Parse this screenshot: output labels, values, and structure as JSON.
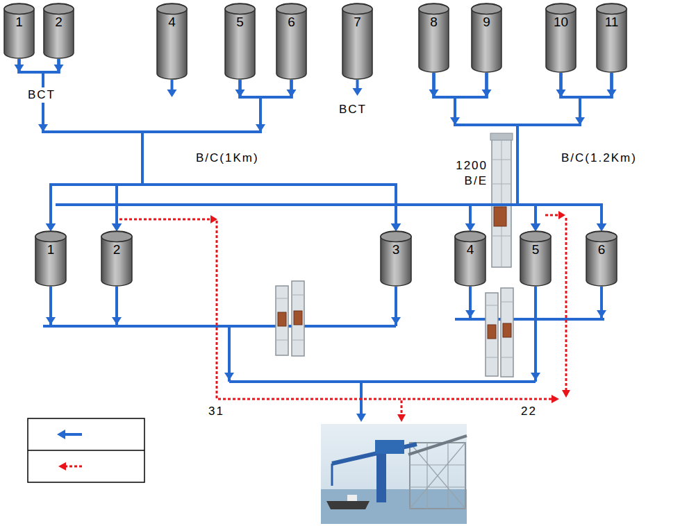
{
  "diagram": {
    "nodes": [
      {
        "text": [
          "1"
        ]
      },
      {
        "text": [
          "2"
        ]
      },
      {
        "text": [
          "4"
        ]
      },
      {
        "text": [
          "5"
        ]
      },
      {
        "text": [
          "6"
        ]
      },
      {
        "text": [
          "7"
        ]
      },
      {
        "text": [
          "8"
        ]
      },
      {
        "text": [
          "9"
        ]
      },
      {
        "text": [
          "10"
        ]
      },
      {
        "text": [
          "11"
        ]
      },
      {
        "text": [
          "1"
        ]
      },
      {
        "text": [
          "2"
        ]
      },
      {
        "text": [
          "3"
        ]
      },
      {
        "text": [
          "4"
        ]
      },
      {
        "text": [
          "5"
        ]
      },
      {
        "text": [
          "6"
        ]
      }
    ],
    "edges": [
      {
        "from": 0,
        "to": 10,
        "arrow": "to"
      },
      {
        "from": 0,
        "to": 11,
        "arrow": "to"
      },
      {
        "from": 0,
        "to": 12,
        "arrow": "to"
      },
      {
        "from": 1,
        "to": 10,
        "arrow": "to"
      },
      {
        "from": 1,
        "to": 11,
        "arrow": "to"
      },
      {
        "from": 1,
        "to": 12,
        "arrow": "to"
      },
      {
        "from": 3,
        "to": 10,
        "arrow": "to"
      },
      {
        "from": 3,
        "to": 11,
        "arrow": "to"
      },
      {
        "from": 3,
        "to": 12,
        "arrow": "to"
      },
      {
        "from": 4,
        "to": 10,
        "arrow": "to"
      },
      {
        "from": 4,
        "to": 11,
        "arrow": "to"
      },
      {
        "from": 4,
        "to": 12,
        "arrow": "to"
      },
      {
        "from": 6,
        "to": 13,
        "arrow": "to"
      },
      {
        "from": 6,
        "to": 14,
        "arrow": "to"
      },
      {
        "from": 6,
        "to": 15,
        "arrow": "to"
      },
      {
        "from": 7,
        "to": 13,
        "arrow": "to"
      },
      {
        "from": 7,
        "to": 14,
        "arrow": "to"
      },
      {
        "from": 7,
        "to": 15,
        "arrow": "to"
      },
      {
        "from": 8,
        "to": 13,
        "arrow": "to"
      },
      {
        "from": 8,
        "to": 14,
        "arrow": "to"
      },
      {
        "from": 8,
        "to": 15,
        "arrow": "to"
      },
      {
        "from": 9,
        "to": 13,
        "arrow": "to"
      },
      {
        "from": 9,
        "to": 14,
        "arrow": "to"
      },
      {
        "from": 9,
        "to": 15,
        "arrow": "to"
      }
    ],
    "labels": [
      "BCT",
      "BCT",
      "B/C(1Km)",
      "1200 B/E",
      "B/C(1.2Km)",
      "31",
      "22"
    ]
  }
}
